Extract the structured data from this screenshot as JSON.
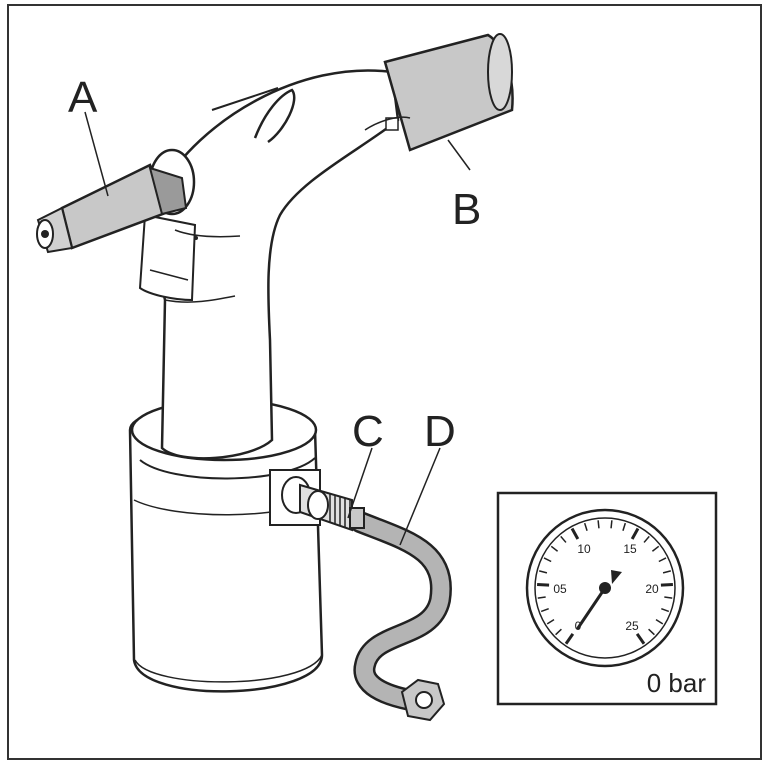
{
  "callouts": {
    "a": "A",
    "b": "B",
    "c": "C",
    "d": "D"
  },
  "gauge": {
    "scale_labels": [
      "0",
      "05",
      "10",
      "15",
      "20",
      "25"
    ],
    "reading_text": "0 bar",
    "needle_value": 0
  },
  "colors": {
    "outline": "#222222",
    "tool_fill": "#ffffff",
    "metal_fill": "#c8c8c8",
    "hose_fill": "#b4b4b4"
  }
}
